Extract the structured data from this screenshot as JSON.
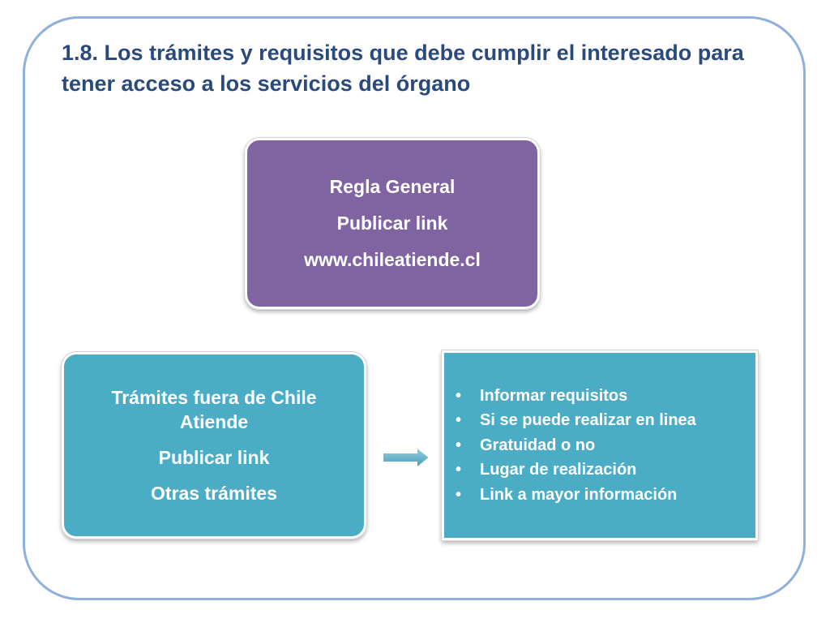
{
  "title": "1.8. Los trámites y requisitos que debe cumplir el interesado para tener acceso a los servicios del órgano",
  "top_box": {
    "line1": "Regla General",
    "line2": "Publicar link",
    "line3": "www.chileatiende.cl",
    "color": "#8064a2"
  },
  "left_box": {
    "line1": "Trámites fuera de Chile Atiende",
    "line2": "Publicar link",
    "line3": "Otras trámites",
    "color": "#4bacc6"
  },
  "right_box": {
    "bullet_glyph": "•",
    "items": [
      "Informar requisitos",
      "Si se puede realizar en linea",
      "Gratuidad o no",
      "Lugar de realización",
      "Link a mayor información"
    ],
    "color": "#4bacc6"
  },
  "frame_color": "#8fb0dc",
  "title_color": "#2a4a7c",
  "arrow_icon": "right-arrow-icon"
}
